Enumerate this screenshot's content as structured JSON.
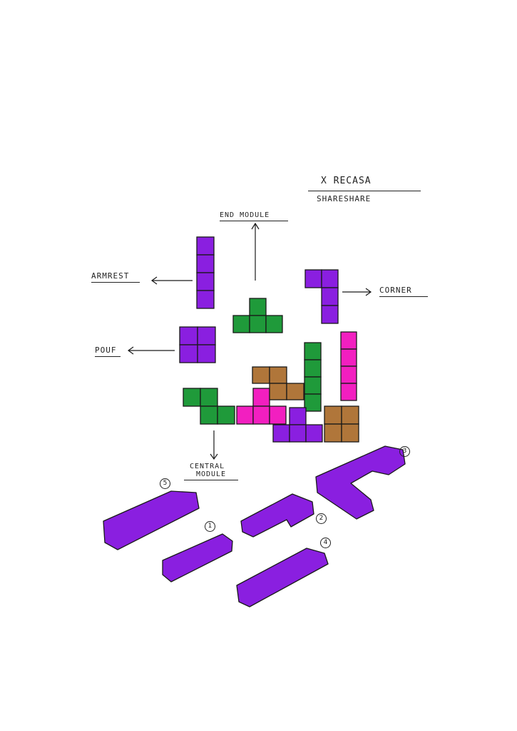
{
  "title": {
    "brand": "X RECASA",
    "subtitle": "SHARESHARE"
  },
  "labels": {
    "armrest": "ARMREST",
    "pouf": "POUF",
    "end_module": "END MODULE",
    "corner": "CORNER",
    "central_module_1": "CENTRAL",
    "central_module_2": "MODULE"
  },
  "sofa_numbers": [
    "5",
    "1",
    "2",
    "3",
    "4"
  ],
  "colors": {
    "purple": "#8a1fe0",
    "green": "#1f9a3a",
    "pink": "#f21fc0",
    "brown": "#b0763a",
    "ink": "#1a1a1a"
  }
}
